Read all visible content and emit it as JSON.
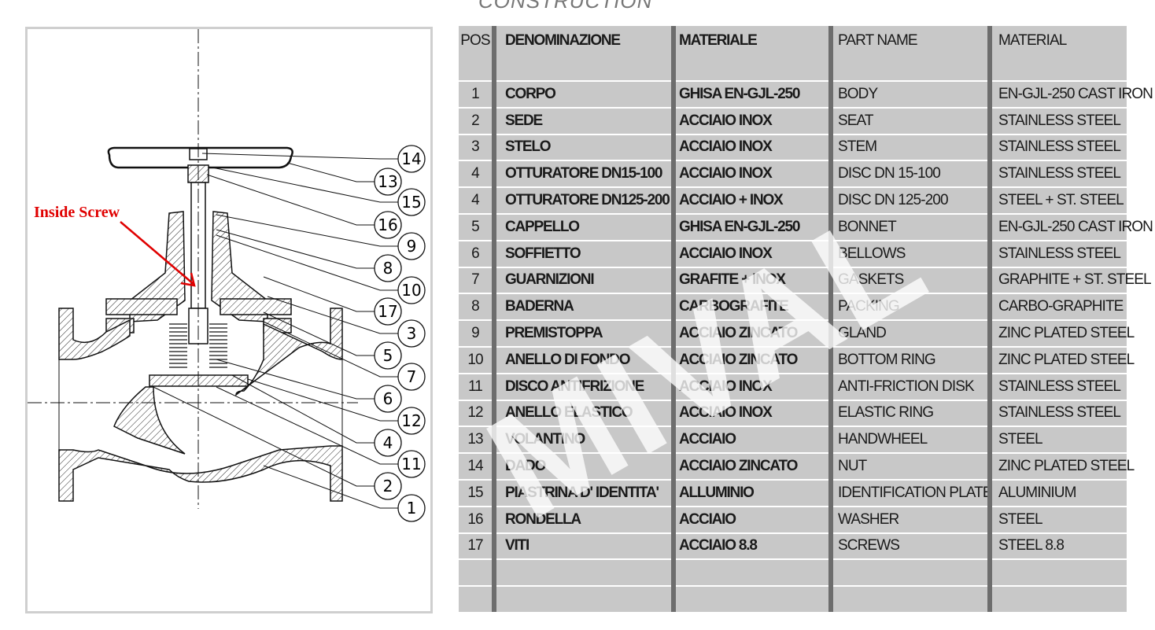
{
  "title": "CONSTRUCTION",
  "diagram": {
    "annotation": "Inside Screw",
    "callouts": [
      "14",
      "13",
      "15",
      "16",
      "9",
      "8",
      "10",
      "17",
      "3",
      "5",
      "7",
      "6",
      "12",
      "4",
      "11",
      "2",
      "1"
    ],
    "annotation_color": "#e00000"
  },
  "table": {
    "headers": [
      "POS",
      "DENOMINAZIONE",
      "MATERIALE",
      "PART NAME",
      "MATERIAL"
    ],
    "rows": [
      [
        "1",
        "CORPO",
        "GHISA EN-GJL-250",
        "BODY",
        "EN-GJL-250 CAST IRON"
      ],
      [
        "2",
        "SEDE",
        "ACCIAIO INOX",
        "SEAT",
        "STAINLESS STEEL"
      ],
      [
        "3",
        "STELO",
        "ACCIAIO INOX",
        "STEM",
        "STAINLESS STEEL"
      ],
      [
        "4",
        "OTTURATORE DN15-100",
        "ACCIAIO INOX",
        "DISC DN 15-100",
        "STAINLESS STEEL"
      ],
      [
        "4",
        "OTTURATORE DN125-200",
        "ACCIAIO +  INOX",
        "DISC DN 125-200",
        "STEEL + ST. STEEL"
      ],
      [
        "5",
        "CAPPELLO",
        "GHISA EN-GJL-250",
        "BONNET",
        "EN-GJL-250 CAST IRON"
      ],
      [
        "6",
        "SOFFIETTO",
        "ACCIAIO INOX",
        "BELLOWS",
        "STAINLESS STEEL"
      ],
      [
        "7",
        "GUARNIZIONI",
        "GRAFITE + INOX",
        "GASKETS",
        "GRAPHITE + ST. STEEL"
      ],
      [
        "8",
        "BADERNA",
        "CARBOGRAFITE",
        "PACKING",
        "CARBO-GRAPHITE"
      ],
      [
        "9",
        "PREMISTOPPA",
        "ACCIAIO ZINCATO",
        "GLAND",
        "ZINC PLATED STEEL"
      ],
      [
        "10",
        "ANELLO DI FONDO",
        "ACCIAIO ZINCATO",
        "BOTTOM RING",
        "ZINC PLATED STEEL"
      ],
      [
        "11",
        "DISCO ANTIFRIZIONE",
        "ACCIAIO INOX",
        "ANTI-FRICTION DISK",
        "STAINLESS STEEL"
      ],
      [
        "12",
        "ANELLO ELASTICO",
        "ACCIAIO INOX",
        "ELASTIC RING",
        "STAINLESS STEEL"
      ],
      [
        "13",
        "VOLANTINO",
        "ACCIAIO",
        "HANDWHEEL",
        "STEEL"
      ],
      [
        "14",
        "DADO",
        "ACCIAIO ZINCATO",
        "NUT",
        "ZINC PLATED STEEL"
      ],
      [
        "15",
        "PIASTRINA D' IDENTITA'",
        "ALLUMINIO",
        "IDENTIFICATION PLATE",
        "ALUMINIUM"
      ],
      [
        "16",
        "RONDELLA",
        "ACCIAIO",
        "WASHER",
        "STEEL"
      ],
      [
        "17",
        "VITI",
        "ACCIAIO 8.8",
        "SCREWS",
        "STEEL 8.8"
      ]
    ],
    "empty_rows": 2
  },
  "watermark": "MIVAL"
}
